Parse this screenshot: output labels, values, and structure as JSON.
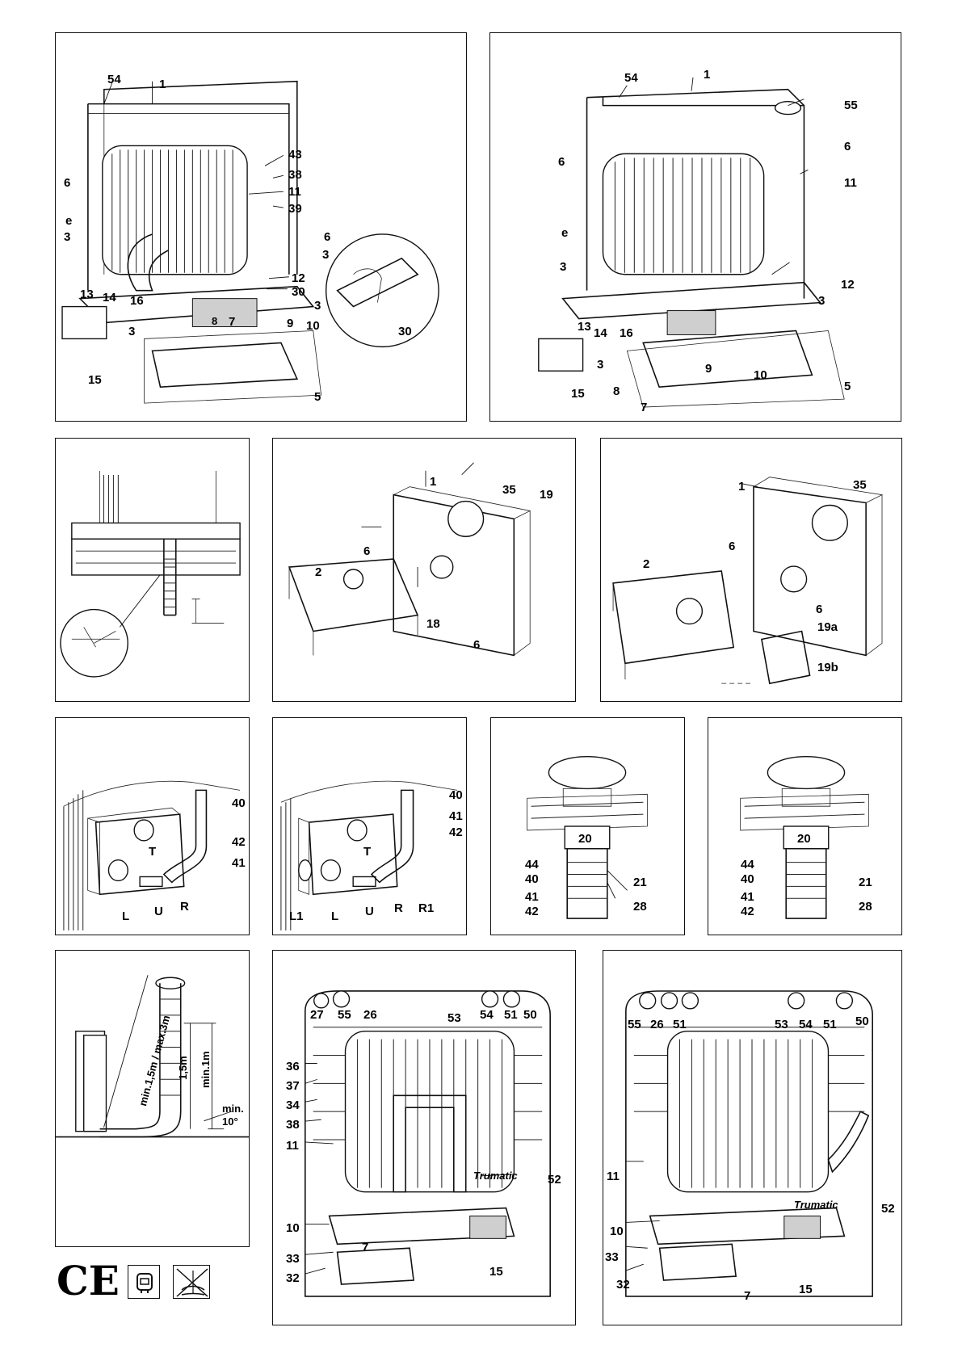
{
  "panels": {
    "p1": {
      "labels": [
        "54",
        "1",
        "43",
        "38",
        "11",
        "39",
        "6",
        "6",
        "e",
        "3",
        "3",
        "12",
        "30",
        "3",
        "13",
        "14",
        "16",
        "8",
        "7",
        "9",
        "10",
        "3",
        "15",
        "5"
      ],
      "detail_label": "30"
    },
    "p2": {
      "labels": [
        "54",
        "1",
        "55",
        "6",
        "6",
        "11",
        "e",
        "3",
        "12",
        "3",
        "13",
        "14",
        "16",
        "3",
        "8",
        "7",
        "9",
        "10",
        "15",
        "5"
      ]
    },
    "p3": {
      "labels": []
    },
    "p4": {
      "labels": [
        "1",
        "35",
        "19",
        "6",
        "2",
        "18",
        "6"
      ]
    },
    "p5": {
      "labels": [
        "1",
        "35",
        "6",
        "2",
        "6",
        "19a",
        "19b"
      ]
    },
    "p6": {
      "labels": [
        "40",
        "42",
        "41",
        "T",
        "L",
        "U",
        "R"
      ]
    },
    "p7": {
      "labels": [
        "40",
        "41",
        "42",
        "T",
        "L1",
        "L",
        "U",
        "R",
        "R1"
      ]
    },
    "p8": {
      "labels": [
        "20",
        "44",
        "40",
        "41",
        "42",
        "21",
        "28"
      ]
    },
    "p9": {
      "labels": [
        "20",
        "44",
        "40",
        "41",
        "42",
        "21",
        "28"
      ]
    },
    "p10": {
      "dims": [
        "min.1,5m / max.3m",
        "1,5m",
        "min.1m",
        "min.",
        "10°"
      ]
    },
    "p11": {
      "labels": [
        "27",
        "55",
        "26",
        "53",
        "54",
        "51",
        "50",
        "36",
        "37",
        "34",
        "38",
        "11",
        "52",
        "10",
        "7",
        "33",
        "32",
        "15"
      ],
      "brand": "Trumatic"
    },
    "p12": {
      "labels": [
        "55",
        "26",
        "51",
        "53",
        "54",
        "51",
        "50",
        "11",
        "52",
        "10",
        "33",
        "32",
        "7",
        "15"
      ],
      "brand": "Trumatic"
    }
  },
  "marks": {
    "ce": "CE"
  },
  "icons": [
    "appliance-approval-icon",
    "rain-cover-icon"
  ]
}
